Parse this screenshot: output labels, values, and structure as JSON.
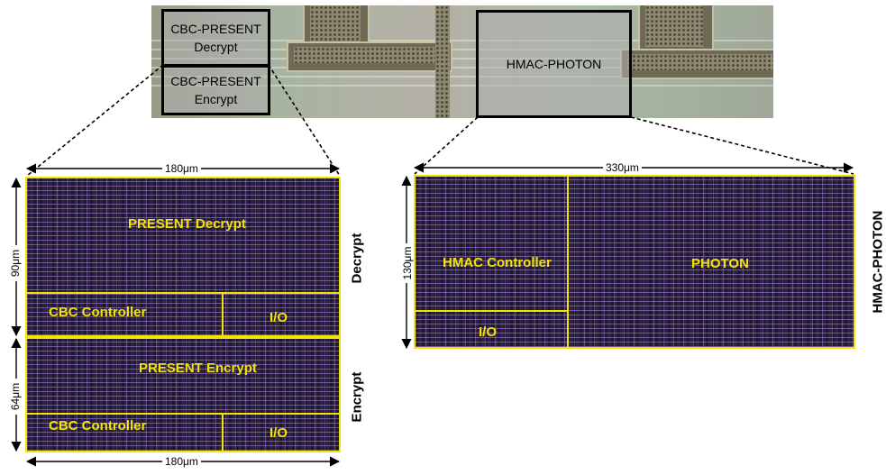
{
  "die_photo": {
    "box_decrypt": {
      "line1": "CBC-PRESENT",
      "line2": "Decrypt"
    },
    "box_encrypt": {
      "line1": "CBC-PRESENT",
      "line2": "Encrypt"
    },
    "box_hmac": "HMAC-PHOTON"
  },
  "left_layout": {
    "width_top": "180μm",
    "width_bottom": "180μm",
    "height_decrypt": "90μm",
    "height_encrypt": "64μm",
    "side_decrypt": "Decrypt",
    "side_encrypt": "Encrypt",
    "decrypt_core": "PRESENT Decrypt",
    "decrypt_controller": "CBC Controller",
    "decrypt_io": "I/O",
    "encrypt_core": "PRESENT Encrypt",
    "encrypt_controller": "CBC Controller",
    "encrypt_io": "I/O"
  },
  "right_layout": {
    "width": "330μm",
    "height": "130μm",
    "side": "HMAC-PHOTON",
    "controller": "HMAC Controller",
    "io": "I/O",
    "core": "PHOTON"
  },
  "colors": {
    "label": "#f2e300",
    "layout_bg": "#2c2342",
    "box_border": "#000000"
  }
}
